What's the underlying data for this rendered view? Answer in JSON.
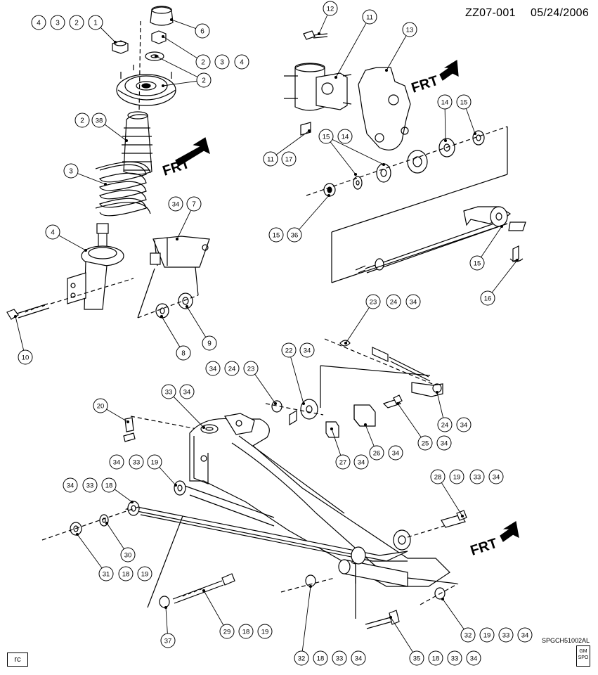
{
  "header": {
    "code": "ZZ07-001",
    "date": "05/24/2006"
  },
  "footer": {
    "figure_code": "SPGCH51002AL",
    "rc_label": "rc",
    "logo_top": "GM",
    "logo_bottom": "SPO"
  },
  "front_label": "FRT",
  "callouts": [
    {
      "id": "c1",
      "n": "4"
    },
    {
      "id": "c2",
      "n": "3"
    },
    {
      "id": "c3",
      "n": "2"
    },
    {
      "id": "c4",
      "n": "1"
    },
    {
      "id": "c5",
      "n": "6"
    },
    {
      "id": "c6",
      "n": "2"
    },
    {
      "id": "c7",
      "n": "3"
    },
    {
      "id": "c8",
      "n": "4"
    },
    {
      "id": "c9",
      "n": "2"
    },
    {
      "id": "c10",
      "n": "2"
    },
    {
      "id": "c11",
      "n": "38"
    },
    {
      "id": "c12",
      "n": "3"
    },
    {
      "id": "c13",
      "n": "4"
    },
    {
      "id": "c14",
      "n": "34"
    },
    {
      "id": "c15",
      "n": "7"
    },
    {
      "id": "c16",
      "n": "8"
    },
    {
      "id": "c17",
      "n": "9"
    },
    {
      "id": "c18",
      "n": "10"
    },
    {
      "id": "c19",
      "n": "12"
    },
    {
      "id": "c20",
      "n": "11"
    },
    {
      "id": "c21",
      "n": "13"
    },
    {
      "id": "c22",
      "n": "14"
    },
    {
      "id": "c23",
      "n": "15"
    },
    {
      "id": "c24",
      "n": "15"
    },
    {
      "id": "c25",
      "n": "14"
    },
    {
      "id": "c26",
      "n": "11"
    },
    {
      "id": "c27",
      "n": "17"
    },
    {
      "id": "c28",
      "n": "15"
    },
    {
      "id": "c29",
      "n": "36"
    },
    {
      "id": "c30",
      "n": "15"
    },
    {
      "id": "c31",
      "n": "16"
    },
    {
      "id": "c32",
      "n": "23"
    },
    {
      "id": "c33",
      "n": "24"
    },
    {
      "id": "c34",
      "n": "34"
    },
    {
      "id": "c35",
      "n": "22"
    },
    {
      "id": "c36",
      "n": "34"
    },
    {
      "id": "c37",
      "n": "34"
    },
    {
      "id": "c38",
      "n": "24"
    },
    {
      "id": "c39",
      "n": "23"
    },
    {
      "id": "c40",
      "n": "33"
    },
    {
      "id": "c41",
      "n": "34"
    },
    {
      "id": "c42",
      "n": "20"
    },
    {
      "id": "c43",
      "n": "24"
    },
    {
      "id": "c44",
      "n": "34"
    },
    {
      "id": "c45",
      "n": "25"
    },
    {
      "id": "c46",
      "n": "34"
    },
    {
      "id": "c47",
      "n": "26"
    },
    {
      "id": "c48",
      "n": "34"
    },
    {
      "id": "c49",
      "n": "27"
    },
    {
      "id": "c50",
      "n": "34"
    },
    {
      "id": "c51",
      "n": "34"
    },
    {
      "id": "c52",
      "n": "33"
    },
    {
      "id": "c53",
      "n": "19"
    },
    {
      "id": "c54",
      "n": "28"
    },
    {
      "id": "c55",
      "n": "19"
    },
    {
      "id": "c56",
      "n": "33"
    },
    {
      "id": "c57",
      "n": "34"
    },
    {
      "id": "c58",
      "n": "34"
    },
    {
      "id": "c59",
      "n": "33"
    },
    {
      "id": "c60",
      "n": "18"
    },
    {
      "id": "c61",
      "n": "30"
    },
    {
      "id": "c62",
      "n": "31"
    },
    {
      "id": "c63",
      "n": "18"
    },
    {
      "id": "c64",
      "n": "19"
    },
    {
      "id": "c65",
      "n": "37"
    },
    {
      "id": "c66",
      "n": "29"
    },
    {
      "id": "c67",
      "n": "18"
    },
    {
      "id": "c68",
      "n": "19"
    },
    {
      "id": "c69",
      "n": "32"
    },
    {
      "id": "c70",
      "n": "18"
    },
    {
      "id": "c71",
      "n": "33"
    },
    {
      "id": "c72",
      "n": "34"
    },
    {
      "id": "c73",
      "n": "35"
    },
    {
      "id": "c74",
      "n": "18"
    },
    {
      "id": "c75",
      "n": "33"
    },
    {
      "id": "c76",
      "n": "34"
    },
    {
      "id": "c77",
      "n": "32"
    },
    {
      "id": "c78",
      "n": "19"
    },
    {
      "id": "c79",
      "n": "33"
    },
    {
      "id": "c80",
      "n": "34"
    }
  ]
}
